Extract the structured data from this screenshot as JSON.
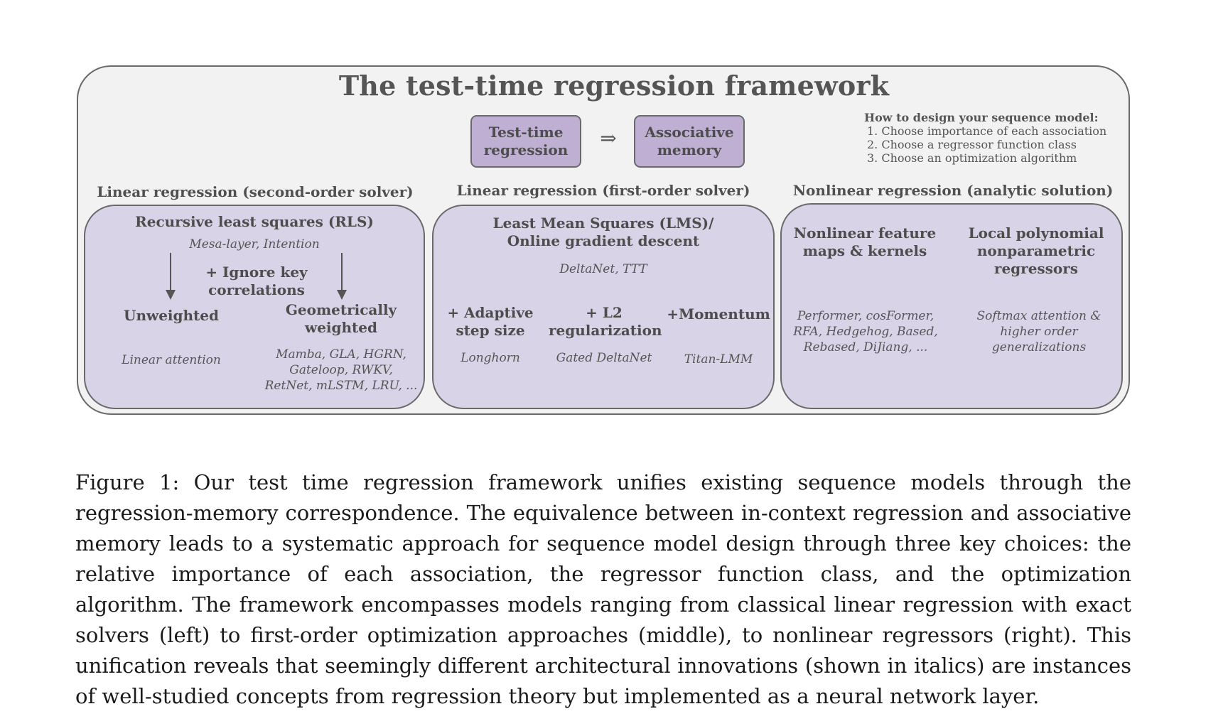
{
  "figure": {
    "title": "The test-time regression framework",
    "flow": {
      "left_box": "Test-time regression",
      "arrow": "⇒",
      "right_box": "Associative memory"
    },
    "how_to": {
      "heading": "How to design your sequence model:",
      "steps": [
        "1. Choose importance of each association",
        "2. Choose a regressor function class",
        "3. Choose an optimization algorithm"
      ]
    },
    "columns": [
      {
        "heading": "Linear regression (second-order solver)",
        "method": "Recursive least squares (RLS)",
        "method_models": "Mesa-layer, Intention",
        "modifier": "+ Ignore key correlations",
        "branches": [
          {
            "label": "Unweighted",
            "models": "Linear attention"
          },
          {
            "label": "Geometrically weighted",
            "models": "Mamba, GLA, HGRN, Gateloop, RWKV, RetNet, mLSTM, LRU, ..."
          }
        ]
      },
      {
        "heading": "Linear regression (first-order solver)",
        "method": "Least Mean Squares (LMS)/ Online gradient descent",
        "method_models": "DeltaNet, TTT",
        "branches": [
          {
            "label": "+ Adaptive step size",
            "models": "Longhorn"
          },
          {
            "label": "+ L2 regularization",
            "models": "Gated DeltaNet"
          },
          {
            "label": "+Momentum",
            "models": "Titan-LMM"
          }
        ]
      },
      {
        "heading": "Nonlinear regression (analytic solution)",
        "branches": [
          {
            "label": "Nonlinear feature maps & kernels",
            "models": "Performer, cosFormer, RFA, Hedgehog, Based, Rebased, DiJiang, ..."
          },
          {
            "label": "Local polynomial nonparametric regressors",
            "models": "Softmax attention & higher order generalizations"
          }
        ]
      }
    ]
  },
  "caption": {
    "label": "Figure 1:",
    "text": "Our test time regression framework unifies existing sequence models through the regression-memory correspondence. The equivalence between in-context regression and associative memory leads to a systematic approach for sequence model design through three key choices: the relative importance of each association, the regressor function class, and the optimization algorithm. The framework encompasses models ranging from classical linear regression with exact solvers (left) to first-order optimization approaches (middle), to nonlinear regressors (right). This unification reveals that seemingly different architectural innovations (shown in italics) are instances of well-studied concepts from regression theory but implemented as a neural network layer."
  }
}
